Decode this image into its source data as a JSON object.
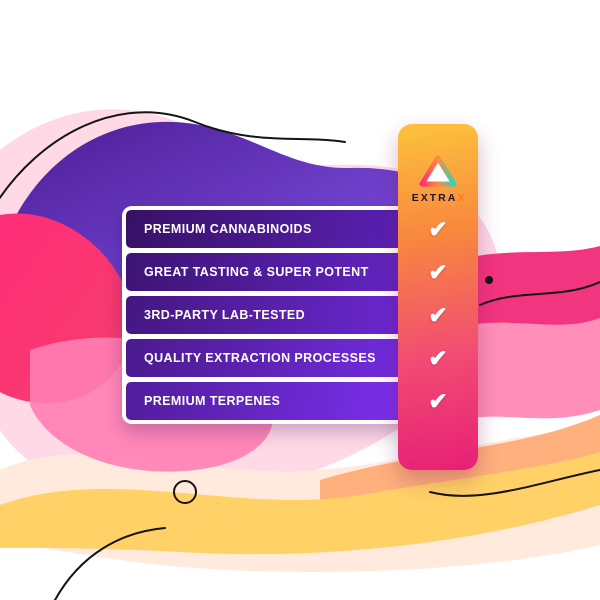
{
  "brand": {
    "name": "EXTRAX",
    "name_prefix": "EXTRA",
    "name_suffix": "X",
    "logo_icon": "gradient-triangle-delta"
  },
  "features": {
    "items": [
      {
        "label": "PREMIUM CANNABINOIDS",
        "checked": true
      },
      {
        "label": "GREAT TASTING & SUPER POTENT",
        "checked": true
      },
      {
        "label": "3RD-PARTY LAB-TESTED",
        "checked": true
      },
      {
        "label": "QUALITY EXTRACTION PROCESSES",
        "checked": true
      },
      {
        "label": "PREMIUM TERPENES",
        "checked": true
      }
    ]
  },
  "glyphs": {
    "check": "✔"
  },
  "colors": {
    "panel_purple_dark": "#3b1470",
    "panel_purple_light": "#7b30ee",
    "column_top": "#fcc33c",
    "column_orange": "#f8883e",
    "column_pink": "#e82075",
    "check": "#ffffff",
    "brand_text": "#211038",
    "brand_accent": "#ff7a1a",
    "wave_purple": "#6d28d9",
    "wave_magenta": "#f2357f",
    "wave_pink": "#ff8fb9",
    "wave_peach": "#ffb07c",
    "wave_yellow": "#ffd166",
    "wave_light_pink": "#ffd9e6",
    "sketch_line": "#141414"
  }
}
